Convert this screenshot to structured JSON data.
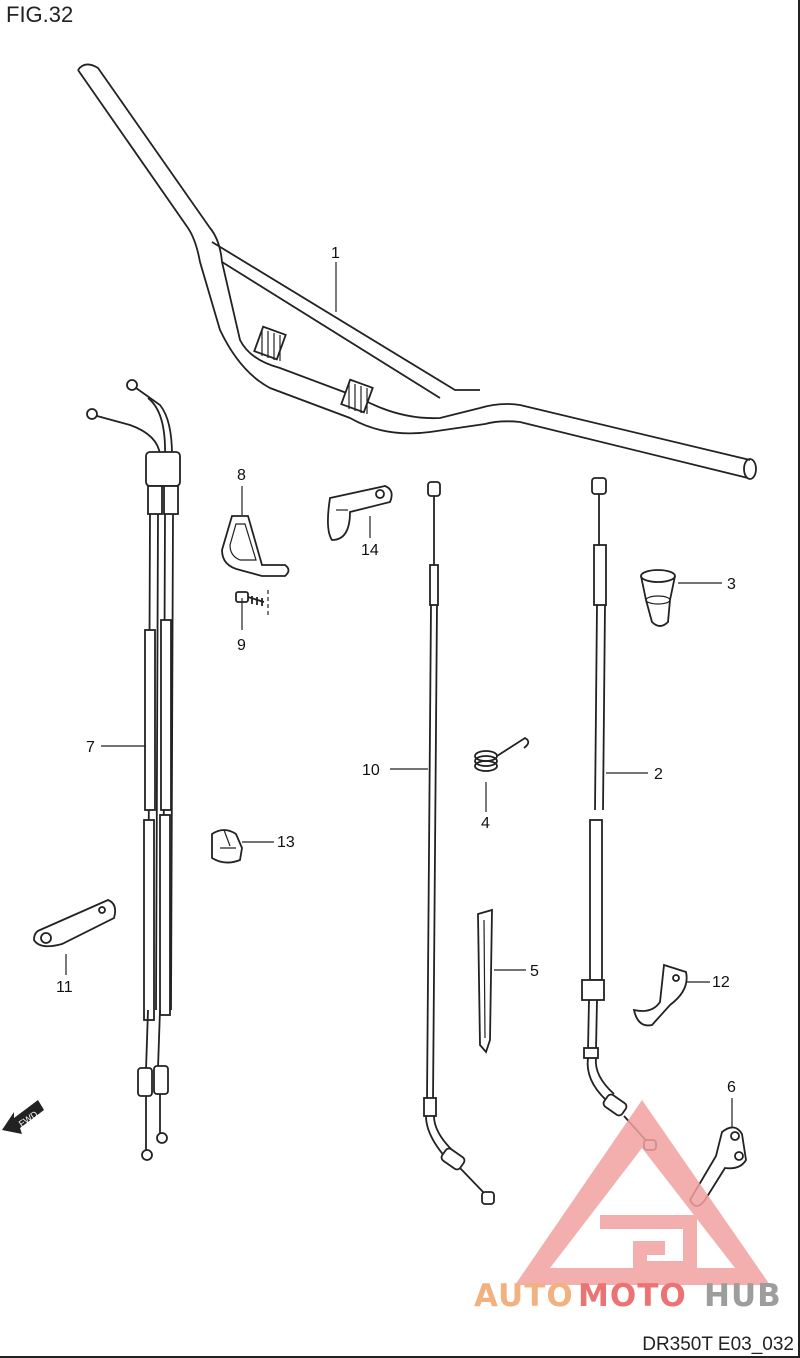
{
  "figure": {
    "title": "FIG.32",
    "code": "DR350T E03_032"
  },
  "callouts": [
    "1",
    "2",
    "3",
    "4",
    "5",
    "6",
    "7",
    "8",
    "9",
    "10",
    "11",
    "12",
    "13",
    "14"
  ],
  "watermark": {
    "brand_part1": "AUTO",
    "brand_part2": "MOTO",
    "brand_part3": "HUB",
    "colors": {
      "primary": "#f0a46c",
      "accent": "#e85b5b",
      "dark": "#8c8c8c"
    }
  },
  "direction_label": "FWD"
}
